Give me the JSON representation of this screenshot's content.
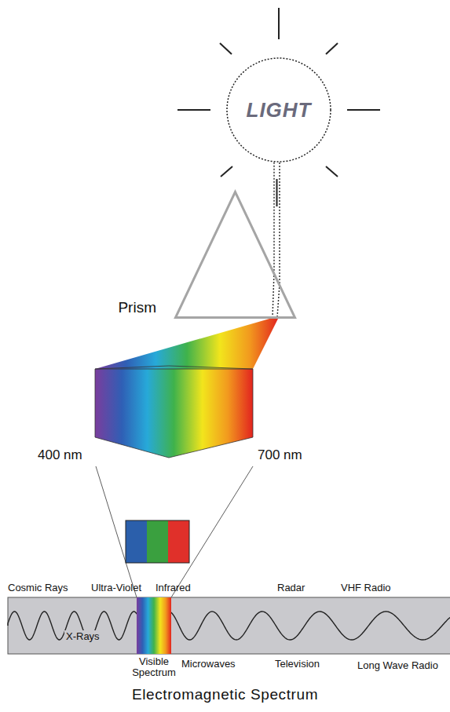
{
  "diagram": {
    "caption": "Electromagnetic Spectrum",
    "nodes": [
      {
        "text": [
          "LIGHT"
        ]
      },
      {
        "text": [
          "Prism"
        ]
      }
    ],
    "edges": [
      {
        "from": 0,
        "to": 1,
        "arrow": "none"
      }
    ],
    "labels": [
      "400 nm",
      "700 nm",
      "Cosmic Rays",
      "Ultra-Violet",
      "Infrared",
      "Radar",
      "VHF Radio",
      "X-Rays",
      "Visible Spectrum",
      "Microwaves",
      "Television",
      "Long Wave Radio"
    ]
  }
}
